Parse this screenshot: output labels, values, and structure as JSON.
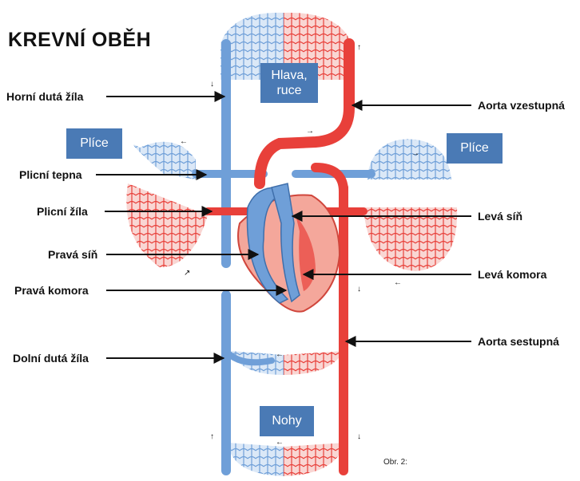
{
  "title": "KREVNÍ OBĚH",
  "caption": "Obr. 2:",
  "boxes": {
    "head": "Hlava, ruce",
    "lung_left": "Plíce",
    "lung_right": "Plíce",
    "legs": "Nohy"
  },
  "labels_left": [
    "Horní dutá žíla",
    "Plicní tepna",
    "Plicní žíla",
    "Pravá síň",
    "Pravá komora",
    "Dolní dutá žíla"
  ],
  "labels_right": [
    "Aorta vzestupná",
    "Levá síň",
    "Levá komora",
    "Aorta sestupná"
  ],
  "colors": {
    "venous_blue": "#6f9fd8",
    "arterial_red": "#e8403a",
    "label_box": "#4a7ab5"
  }
}
